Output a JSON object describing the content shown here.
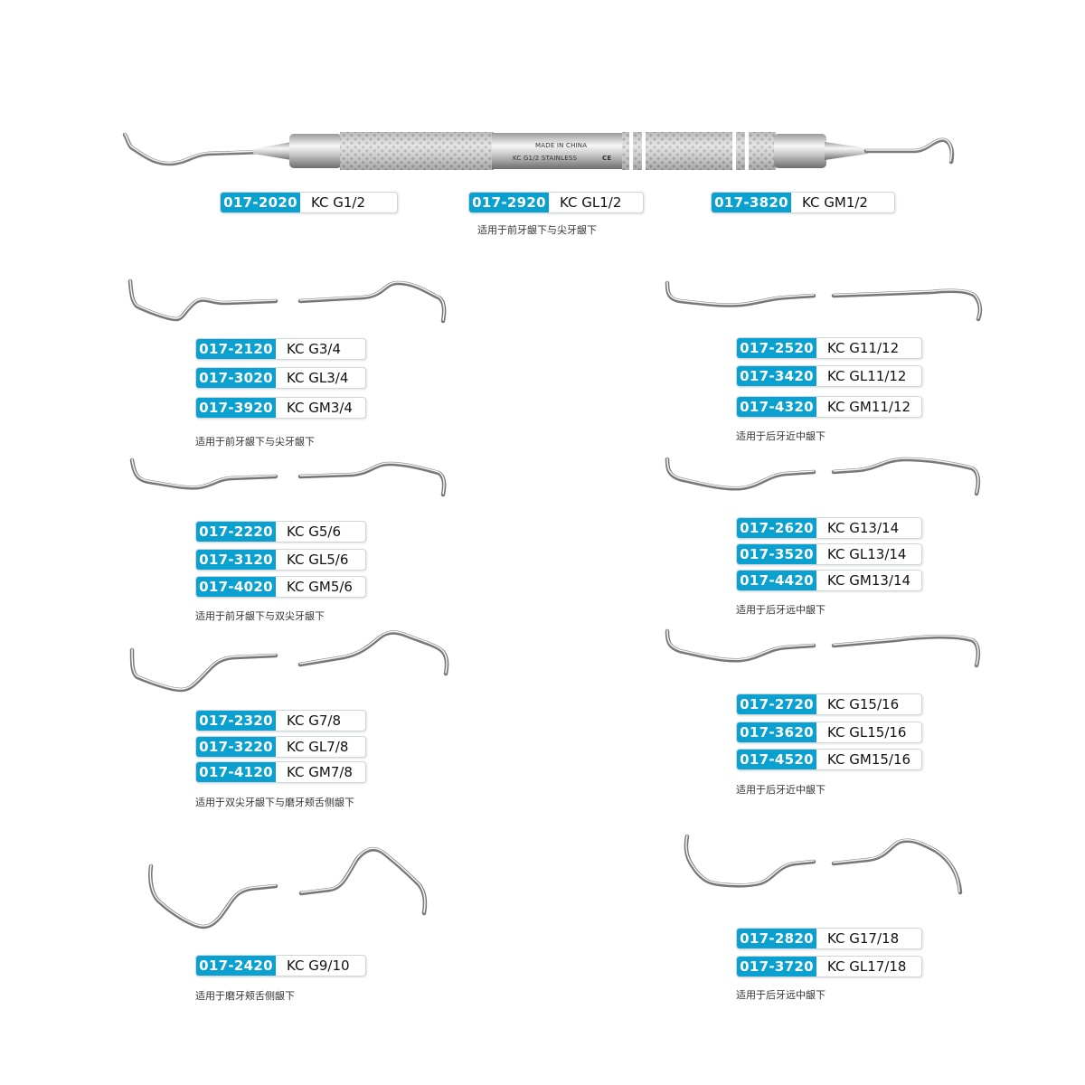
{
  "colors": {
    "code_bg": "#0aa0cf",
    "code_text": "#ffffff",
    "steel_light": "#f4f4f4",
    "steel_dark": "#6f6f6f"
  },
  "handle": {
    "line1": "MADE IN CHINA",
    "line2": "KC G1/2  STAINLESS",
    "mark": "CE"
  },
  "top": {
    "tags": [
      {
        "code": "017-2020",
        "model": "KC G1/2"
      },
      {
        "code": "017-2920",
        "model": "KC GL1/2"
      },
      {
        "code": "017-3820",
        "model": "KC GM1/2"
      }
    ],
    "note": "适用于前牙龈下与尖牙龈下"
  },
  "groups": {
    "g34": {
      "tags": [
        {
          "code": "017-2120",
          "model": "KC G3/4"
        },
        {
          "code": "017-3020",
          "model": "KC GL3/4"
        },
        {
          "code": "017-3920",
          "model": "KC GM3/4"
        }
      ],
      "note": "适用于前牙龈下与尖牙龈下"
    },
    "g56": {
      "tags": [
        {
          "code": "017-2220",
          "model": "KC G5/6"
        },
        {
          "code": "017-3120",
          "model": "KC GL5/6"
        },
        {
          "code": "017-4020",
          "model": "KC GM5/6"
        }
      ],
      "note": "适用于前牙龈下与双尖牙龈下"
    },
    "g78": {
      "tags": [
        {
          "code": "017-2320",
          "model": "KC G7/8"
        },
        {
          "code": "017-3220",
          "model": "KC GL7/8"
        },
        {
          "code": "017-4120",
          "model": "KC GM7/8"
        }
      ],
      "note": "适用于双尖牙龈下与磨牙颊舌侧龈下"
    },
    "g910": {
      "tags": [
        {
          "code": "017-2420",
          "model": "KC G9/10"
        }
      ],
      "note": "适用于磨牙颊舌侧龈下"
    },
    "g1112": {
      "tags": [
        {
          "code": "017-2520",
          "model": "KC G11/12"
        },
        {
          "code": "017-3420",
          "model": "KC GL11/12"
        },
        {
          "code": "017-4320",
          "model": "KC GM11/12"
        }
      ],
      "note": "适用于后牙近中龈下"
    },
    "g1314": {
      "tags": [
        {
          "code": "017-2620",
          "model": "KC G13/14"
        },
        {
          "code": "017-3520",
          "model": "KC GL13/14"
        },
        {
          "code": "017-4420",
          "model": "KC GM13/14"
        }
      ],
      "note": "适用于后牙远中龈下"
    },
    "g1516": {
      "tags": [
        {
          "code": "017-2720",
          "model": "KC G15/16"
        },
        {
          "code": "017-3620",
          "model": "KC GL15/16"
        },
        {
          "code": "017-4520",
          "model": "KC GM15/16"
        }
      ],
      "note": "适用于后牙近中龈下"
    },
    "g1718": {
      "tags": [
        {
          "code": "017-2820",
          "model": "KC G17/18"
        },
        {
          "code": "017-3720",
          "model": "KC GL17/18"
        }
      ],
      "note": "适用于后牙远中龈下"
    }
  }
}
